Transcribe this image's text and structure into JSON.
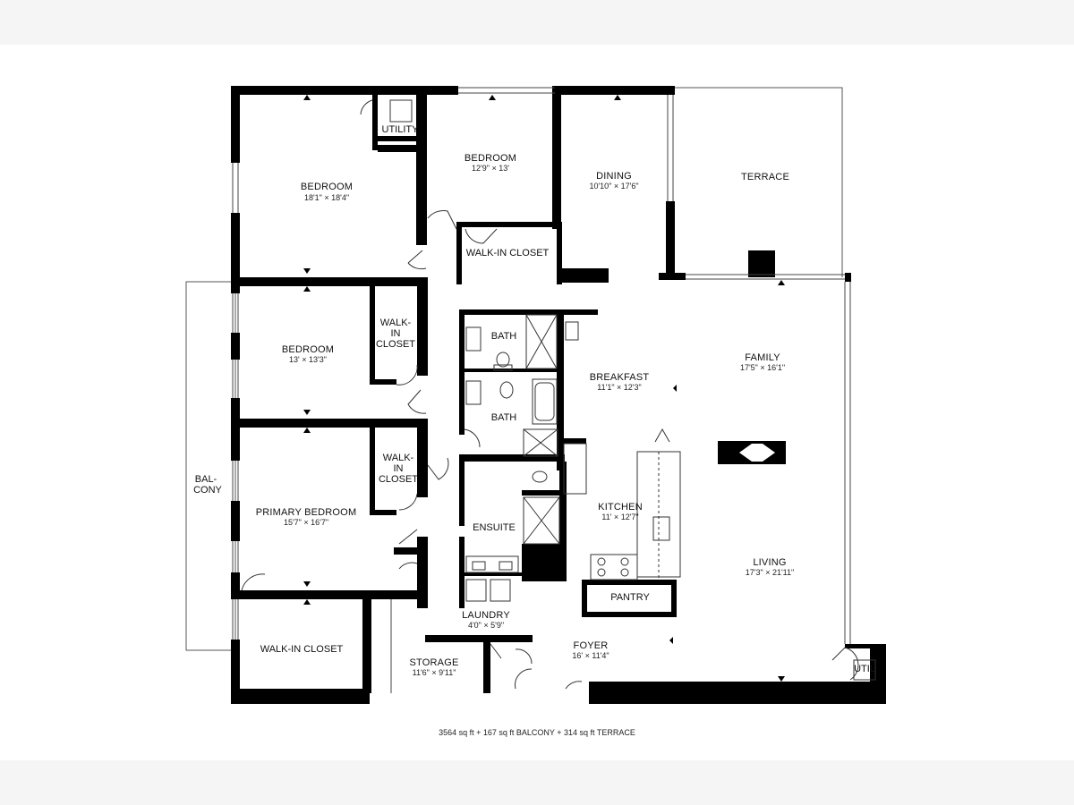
{
  "rooms": {
    "bedroom_nw": {
      "name": "BEDROOM",
      "dims": "18'1\" × 18'4\""
    },
    "bedroom_n": {
      "name": "BEDROOM",
      "dims": "12'9\" × 13'"
    },
    "dining": {
      "name": "DINING",
      "dims": "10'10\" × 17'6\""
    },
    "terrace": {
      "name": "TERRACE"
    },
    "utility": {
      "name": "UTILITY"
    },
    "walkin_n": {
      "name": "WALK-IN CLOSET"
    },
    "bedroom_w": {
      "name": "BEDROOM",
      "dims": "13' × 13'3\""
    },
    "walkin_w1": {
      "lines": [
        "WALK-",
        "IN",
        "CLOSET"
      ]
    },
    "bath_1": {
      "name": "BATH"
    },
    "bath_2": {
      "name": "BATH"
    },
    "breakfast": {
      "name": "BREAKFAST",
      "dims": "11'1\" × 12'3\""
    },
    "family": {
      "name": "FAMILY",
      "dims": "17'5\" × 16'1\""
    },
    "balcony": {
      "lines": [
        "BAL-",
        "CONY"
      ]
    },
    "walkin_w2": {
      "lines": [
        "WALK-",
        "IN",
        "CLOSET"
      ]
    },
    "primary_bedroom": {
      "name": "PRIMARY BEDROOM",
      "dims": "15'7\" × 16'7\""
    },
    "ensuite": {
      "name": "ENSUITE"
    },
    "kitchen": {
      "name": "KITCHEN",
      "dims": "11' × 12'7\""
    },
    "living": {
      "name": "LIVING",
      "dims": "17'3\" × 21'11\""
    },
    "pantry": {
      "name": "PANTRY"
    },
    "laundry": {
      "name": "LAUNDRY",
      "dims": "4'0\" × 5'9\""
    },
    "walkin_sw": {
      "name": "WALK-IN CLOSET"
    },
    "storage": {
      "name": "STORAGE",
      "dims": "11'6\" × 9'11\""
    },
    "foyer": {
      "name": "FOYER",
      "dims": "16' × 11'4\""
    },
    "util": {
      "name": "UTIL"
    }
  },
  "footer": {
    "area_text": "3564 sq ft + 167 sq ft BALCONY + 314 sq ft TERRACE"
  },
  "colors": {
    "wall": "#000000",
    "background": "#f5f5f5",
    "sheet": "#ffffff",
    "fixture": "#333333"
  }
}
